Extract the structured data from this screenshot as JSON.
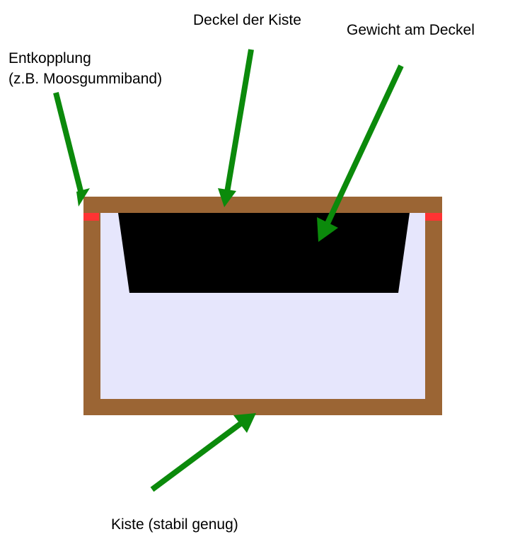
{
  "labels": {
    "lid": "Deckel der Kiste",
    "weight": "Gewicht am Deckel",
    "decoupling_line1": "Entkopplung",
    "decoupling_line2": "(z.B. Moosgummiband)",
    "box": "Kiste (stabil genug)"
  },
  "colors": {
    "wood": "#9b6534",
    "interior": "#e6e6fc",
    "weight": "#000000",
    "decoupling": "#ff3333",
    "arrow": "#0b8a0b"
  }
}
